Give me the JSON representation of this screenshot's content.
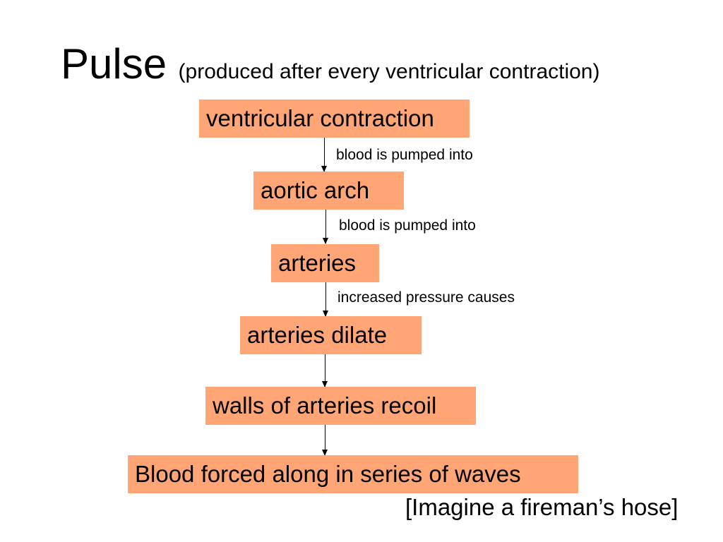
{
  "title": {
    "main": "Pulse",
    "subtitle": "(produced after every ventricular contraction)"
  },
  "nodes": [
    "ventricular contraction",
    "aortic arch",
    "arteries",
    "arteries dilate",
    "walls of arteries recoil",
    "Blood forced along in series of waves"
  ],
  "edge_labels": [
    "blood is pumped into",
    "blood is pumped into",
    "increased pressure causes"
  ],
  "note": "[Imagine a fireman’s hose]",
  "colors": {
    "box_fill": "#ffa576",
    "arrow": "#000000"
  }
}
